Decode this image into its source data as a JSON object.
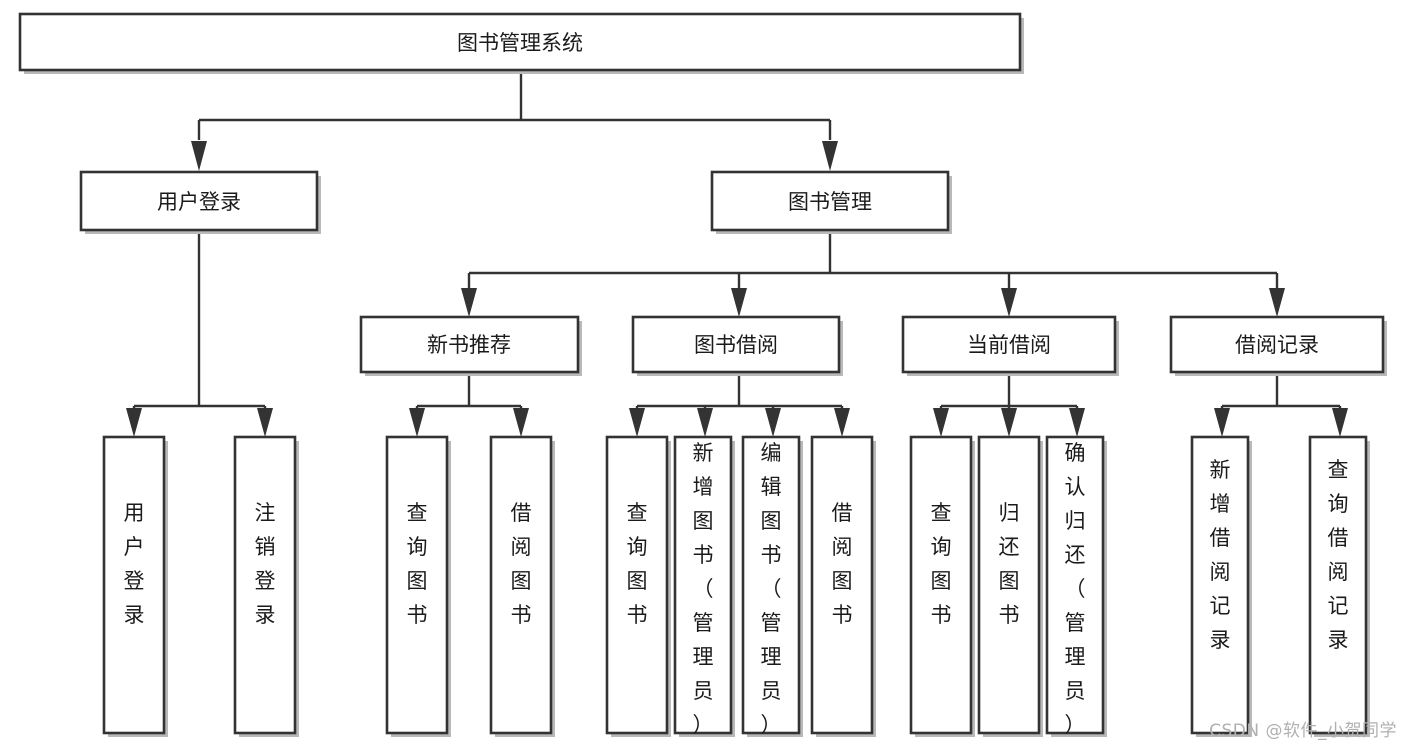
{
  "diagram": {
    "title": "图书管理系统",
    "type": "hierarchy-tree",
    "colors": {
      "box_stroke": "#333333",
      "box_fill": "#ffffff",
      "connector": "#333333",
      "text": "#1b1b1b",
      "watermark": "#b0b0b0",
      "background": "#ffffff"
    },
    "root": {
      "label": "图书管理系统"
    },
    "level2": [
      {
        "label": "用户登录"
      },
      {
        "label": "图书管理"
      }
    ],
    "level3": [
      {
        "label": "新书推荐"
      },
      {
        "label": "图书借阅"
      },
      {
        "label": "当前借阅"
      },
      {
        "label": "借阅记录"
      }
    ],
    "leaves": {
      "user_login": [
        {
          "label": "用户登录"
        },
        {
          "label": "注销登录"
        }
      ],
      "new_book_recommend": [
        {
          "label": "查询图书"
        },
        {
          "label": "借阅图书"
        }
      ],
      "book_borrow": [
        {
          "label": "查询图书"
        },
        {
          "label": "新增图书（管理员）"
        },
        {
          "label": "编辑图书（管理员）"
        },
        {
          "label": "借阅图书"
        }
      ],
      "current_borrow": [
        {
          "label": "查询图书"
        },
        {
          "label": "归还图书"
        },
        {
          "label": "确认归还（管理员）"
        }
      ],
      "borrow_records": [
        {
          "label": "新增借阅记录"
        },
        {
          "label": "查询借阅记录"
        }
      ]
    }
  },
  "watermark": {
    "text": "CSDN @软件_小贺同学"
  }
}
